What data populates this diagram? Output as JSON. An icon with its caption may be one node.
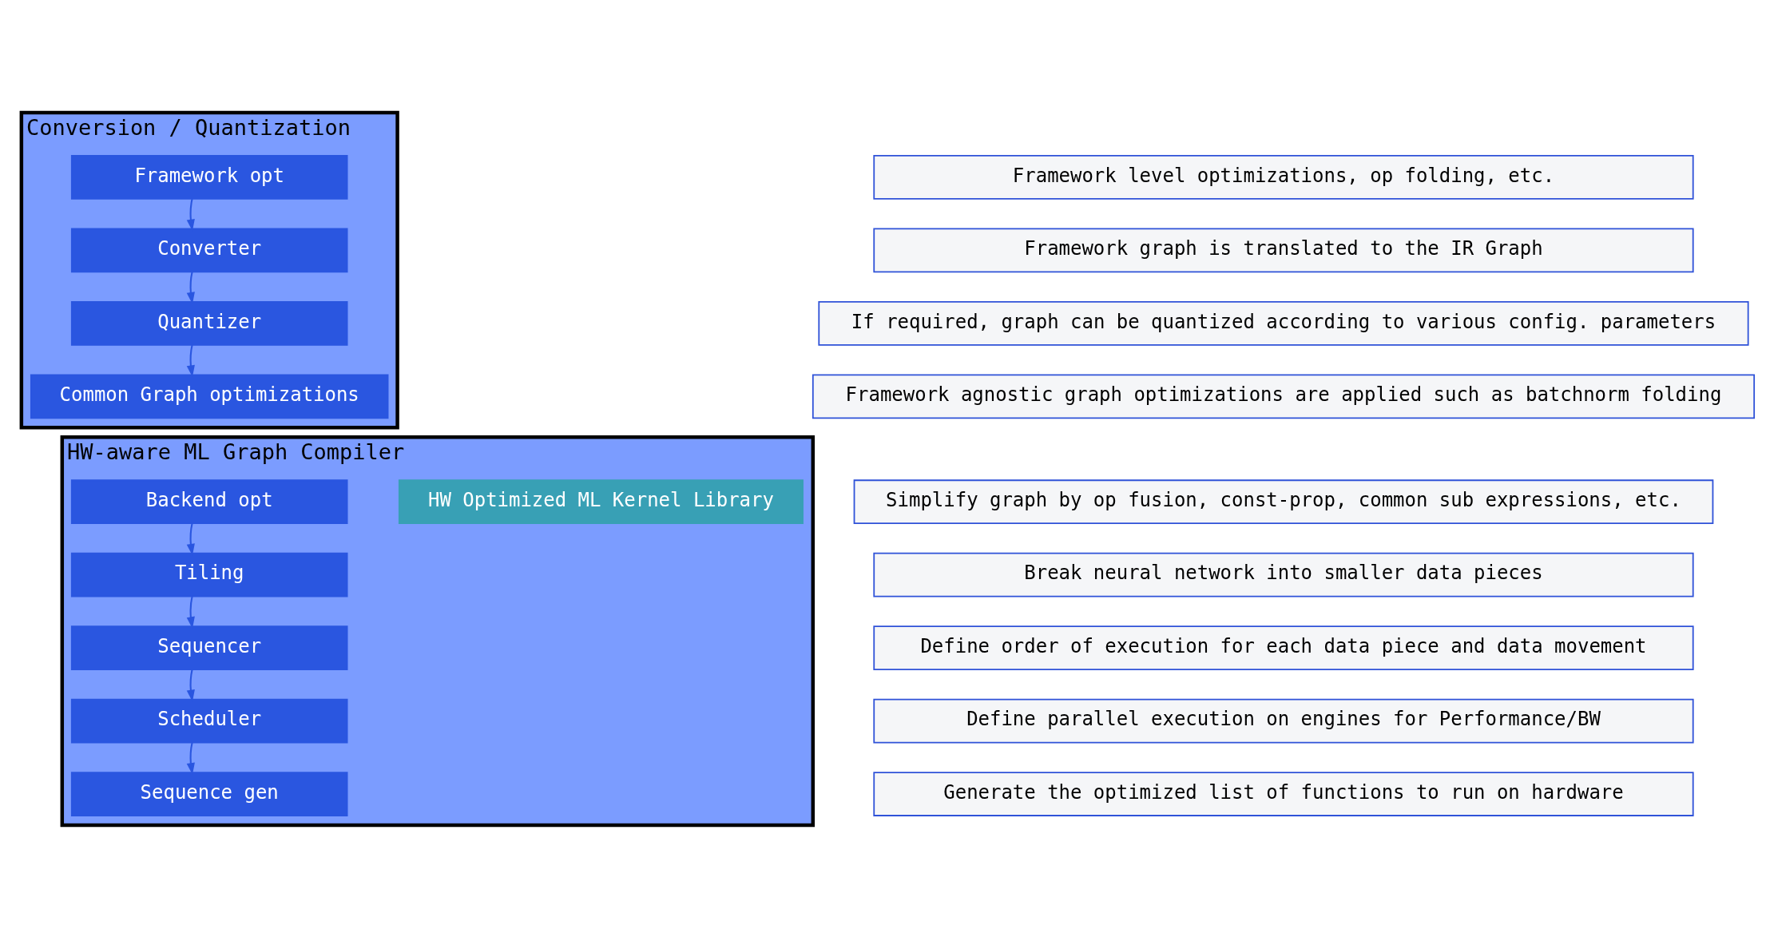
{
  "diagram": {
    "nodes": [
      {
        "text": [
          "Conversion / Quantization"
        ]
      },
      {
        "text": [
          "Framework opt"
        ],
        "in": 0
      },
      {
        "text": [
          "Converter"
        ],
        "in": 0
      },
      {
        "text": [
          "Quantizer"
        ],
        "in": 0
      },
      {
        "text": [
          "Common Graph optimizations"
        ],
        "in": 0
      },
      {
        "text": [
          "HW-aware ML Graph Compiler"
        ]
      },
      {
        "text": [
          "HW Optimized ML Kernel Library"
        ],
        "in": 5
      },
      {
        "text": [
          "Backend opt"
        ],
        "in": 5
      },
      {
        "text": [
          "Tiling"
        ],
        "in": 5
      },
      {
        "text": [
          "Sequencer"
        ],
        "in": 5
      },
      {
        "text": [
          "Scheduler"
        ],
        "in": 5
      },
      {
        "text": [
          "Sequence gen"
        ],
        "in": 5
      },
      {
        "text": [
          "Framework level optimizations, op folding, etc."
        ]
      },
      {
        "text": [
          "Framework graph is translated to the IR Graph"
        ]
      },
      {
        "text": [
          "If required, graph can be quantized according to various config. parameters"
        ]
      },
      {
        "text": [
          "Framework agnostic graph optimizations are applied such as batchnorm folding"
        ]
      },
      {
        "text": [
          "Simplify graph by op fusion, const-prop, common sub expressions, etc."
        ]
      },
      {
        "text": [
          "Break neural network into smaller data pieces"
        ]
      },
      {
        "text": [
          "Define order of execution for each data piece and data movement"
        ]
      },
      {
        "text": [
          "Define parallel execution on engines for Performance/BW"
        ]
      },
      {
        "text": [
          "Generate the optimized list of functions to run on hardware"
        ]
      }
    ],
    "edges": [
      {
        "from": 1,
        "to": 2,
        "arrow": "to"
      },
      {
        "from": 2,
        "to": 3,
        "arrow": "to"
      },
      {
        "from": 3,
        "to": 4,
        "arrow": "to"
      },
      {
        "from": 7,
        "to": 8,
        "arrow": "to"
      },
      {
        "from": 8,
        "to": 9,
        "arrow": "to"
      },
      {
        "from": 9,
        "to": 10,
        "arrow": "to"
      },
      {
        "from": 10,
        "to": 11,
        "arrow": "to"
      }
    ]
  }
}
